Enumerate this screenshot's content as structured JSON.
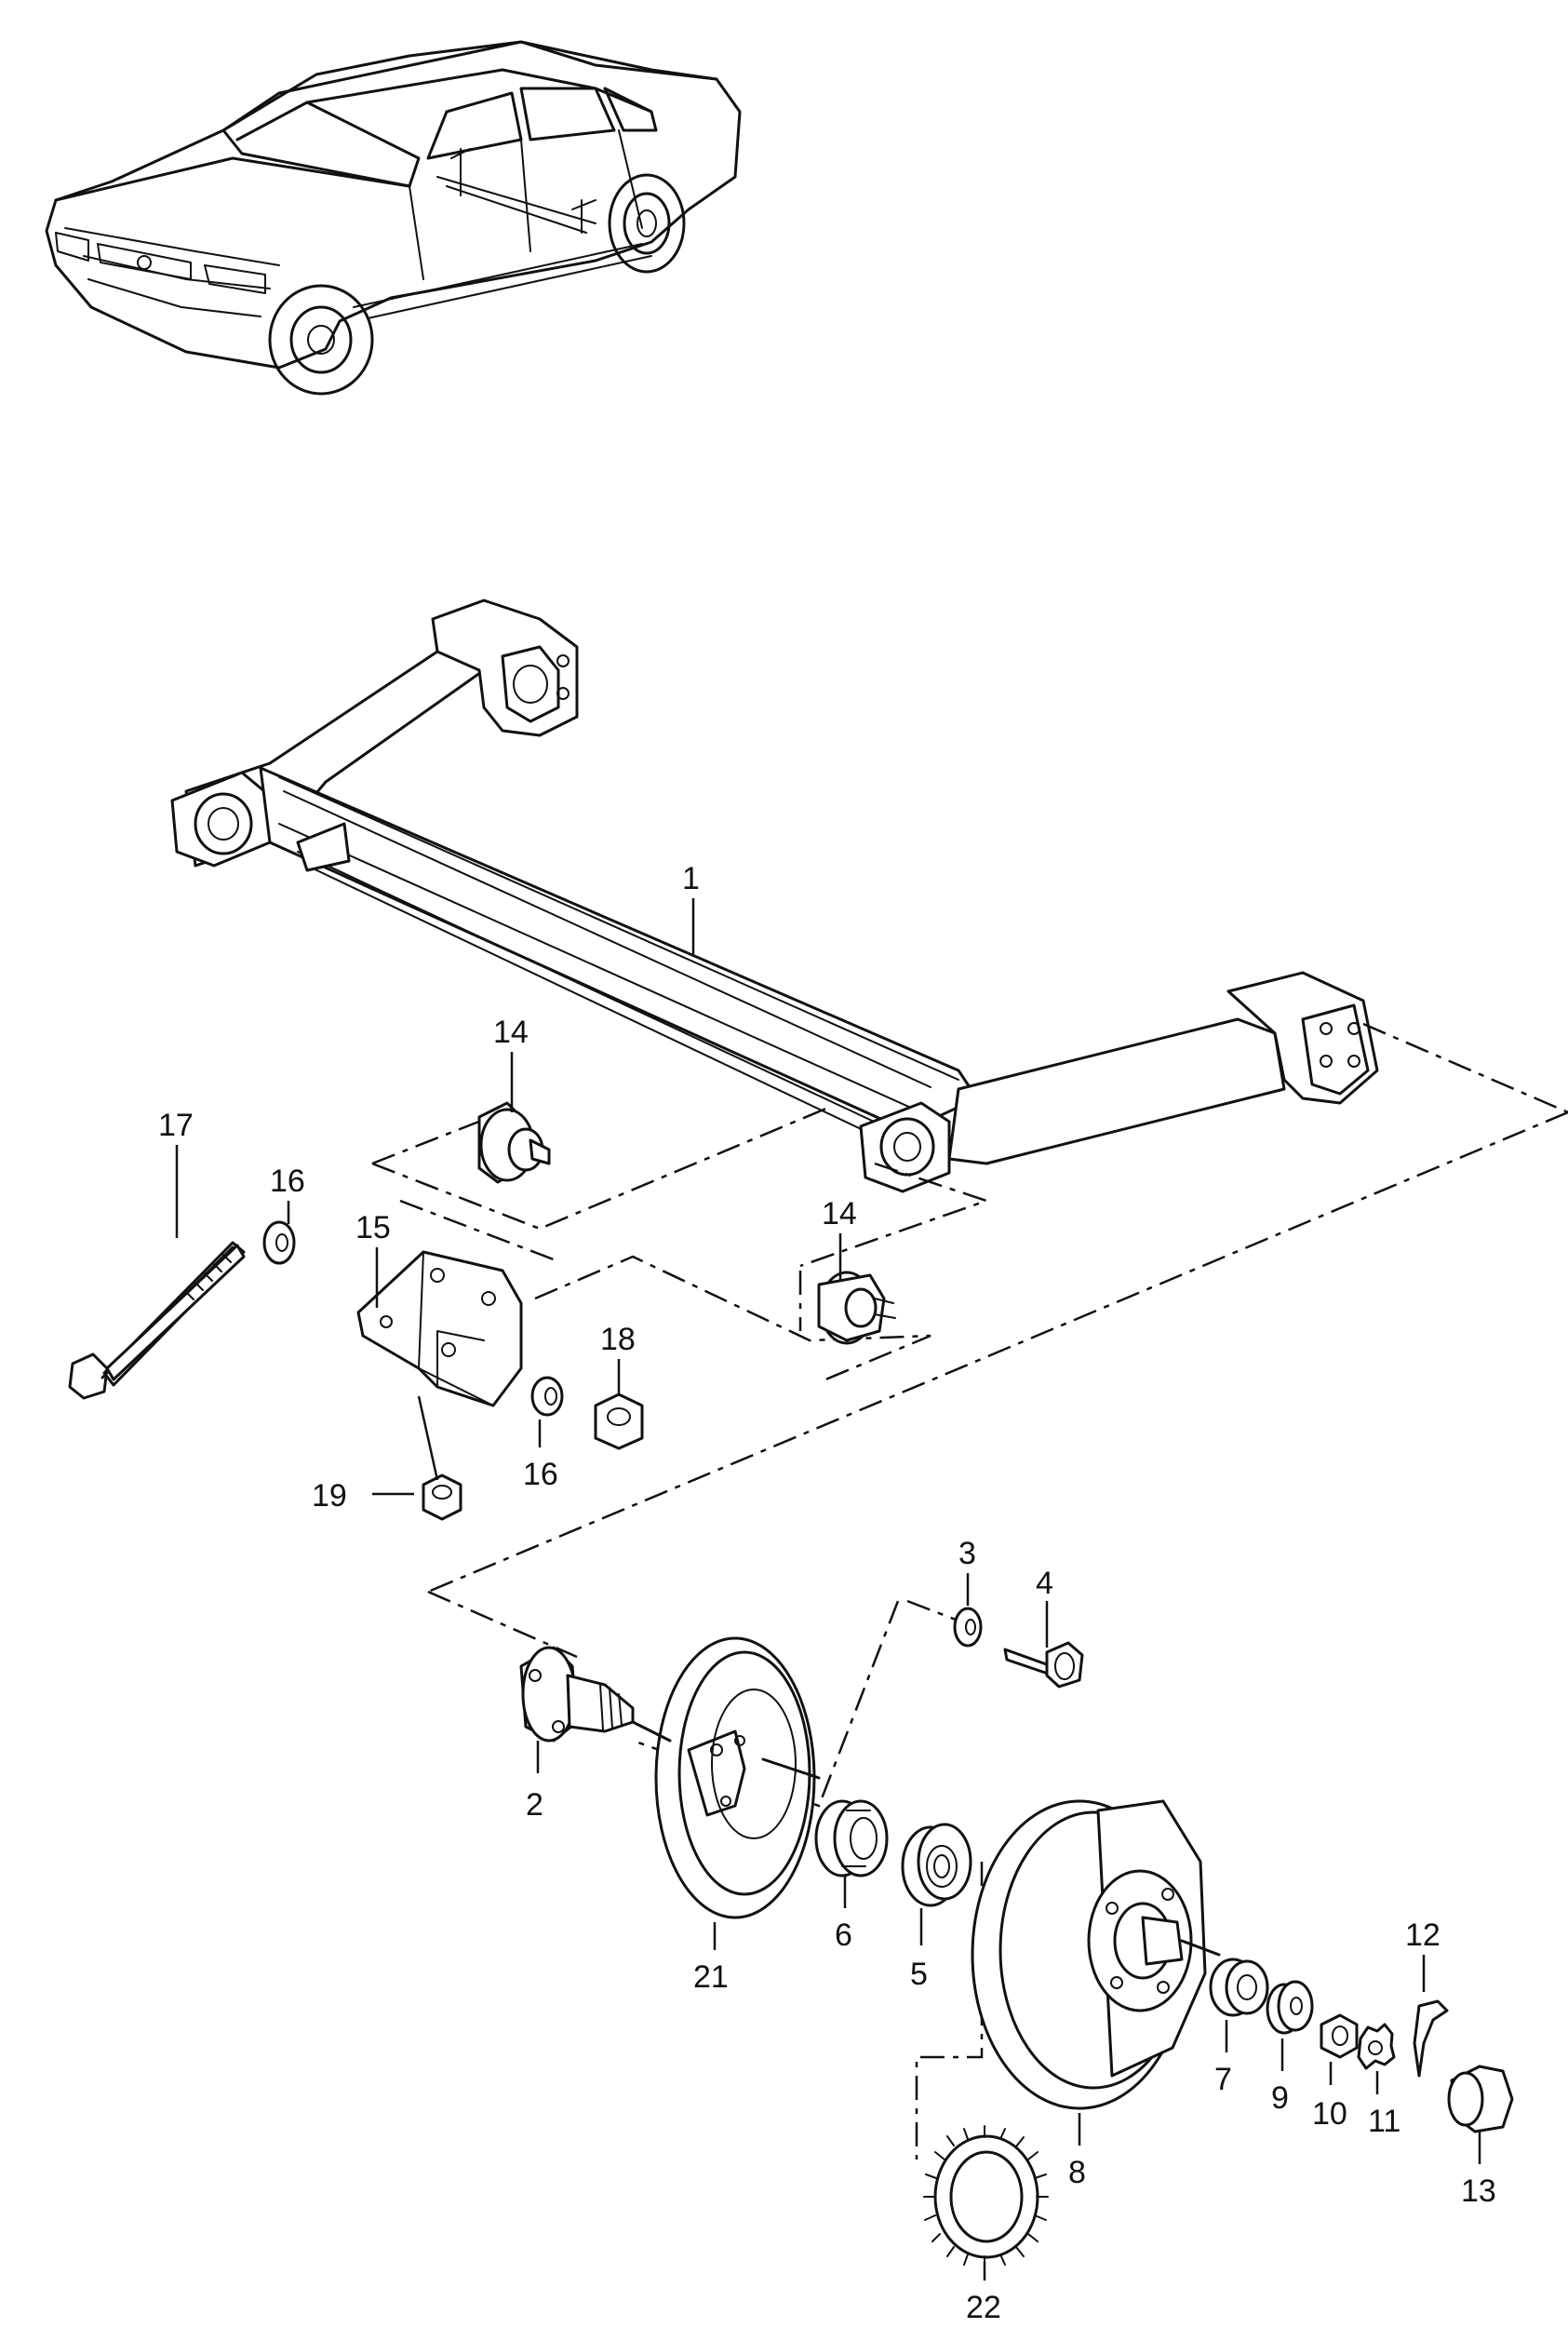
{
  "diagram": {
    "callouts": [
      "1",
      "2",
      "3",
      "4",
      "5",
      "6",
      "7",
      "8",
      "9",
      "10",
      "11",
      "12",
      "13",
      "14",
      "14",
      "15",
      "16",
      "16",
      "17",
      "18",
      "19",
      "21",
      "22"
    ]
  }
}
